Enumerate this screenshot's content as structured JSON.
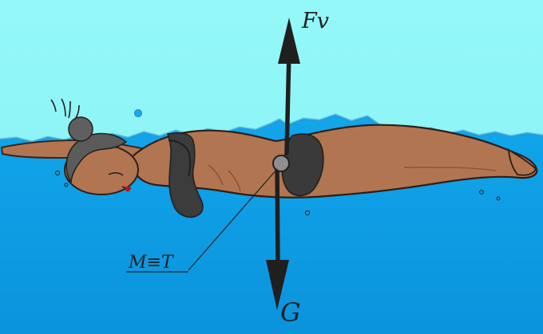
{
  "labels": {
    "buoyancy_force": "Fv",
    "weight_force": "G",
    "center_point": "M≡T"
  },
  "colors": {
    "sky": "#8ff6f7",
    "water": "#0e9fe6",
    "water_line": "#2aa8e0",
    "skin": "#b27552",
    "swimsuit": "#404040",
    "arrow": "#1f1f1f",
    "point": "#8f8f8f"
  }
}
